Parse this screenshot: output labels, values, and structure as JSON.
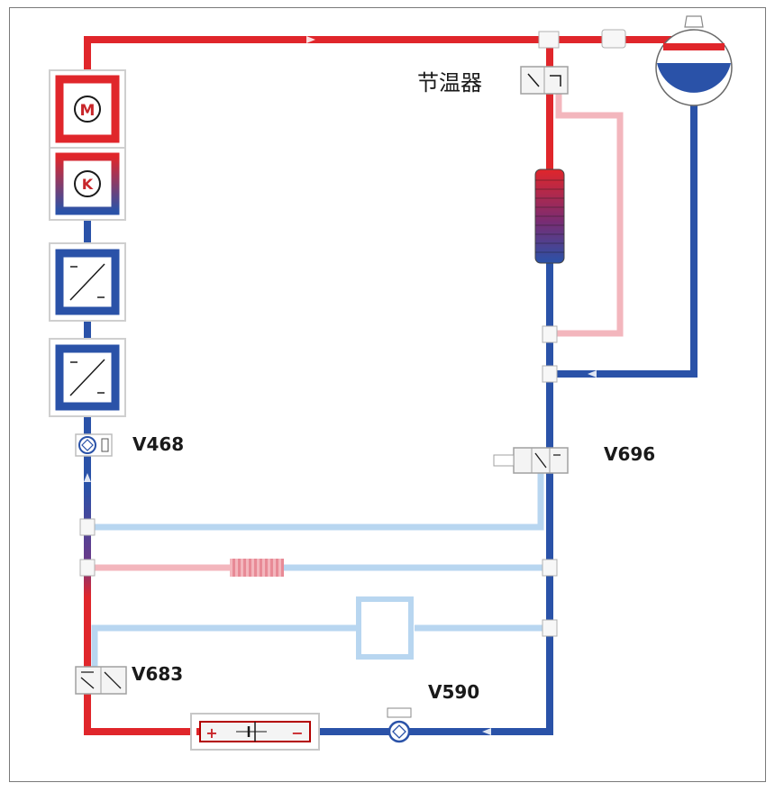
{
  "labels": {
    "thermostat": "节温器",
    "v468": "V468",
    "v696": "V696",
    "v683": "V683",
    "v590": "V590"
  },
  "symbols": {
    "motor": "M",
    "compressor": "K",
    "plus": "+",
    "minus": "−"
  },
  "colors": {
    "hot": "#e0262b",
    "cold": "#2a52a8",
    "hot_faint": "#f3b6bd",
    "cold_faint": "#b8d6f0",
    "component_frame": "#d0d0d0"
  }
}
